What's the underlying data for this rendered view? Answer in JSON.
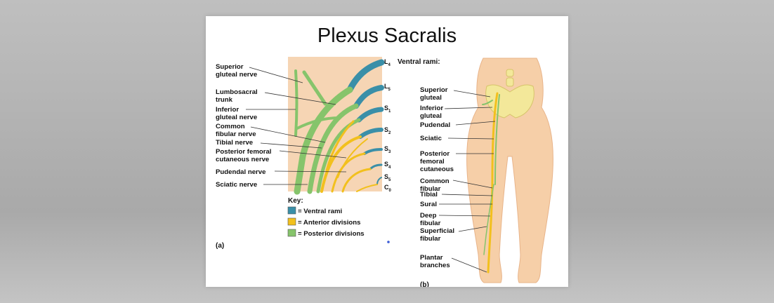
{
  "title": "Plexus Sacralis",
  "panel_a": {
    "labels": [
      {
        "id": "sup-glut",
        "lines": [
          "Superior",
          "gluteal nerve"
        ]
      },
      {
        "id": "lumbo",
        "lines": [
          "Lumbosacral",
          "trunk"
        ]
      },
      {
        "id": "inf-glut",
        "lines": [
          "Inferior",
          "gluteal nerve"
        ]
      },
      {
        "id": "common-fib",
        "lines": [
          "Common",
          "fibular nerve"
        ]
      },
      {
        "id": "tibial",
        "lines": [
          "Tibial nerve"
        ]
      },
      {
        "id": "post-fem",
        "lines": [
          "Posterior femoral",
          "cutaneous nerve"
        ]
      },
      {
        "id": "pudendal",
        "lines": [
          "Pudendal nerve"
        ]
      },
      {
        "id": "sciatic",
        "lines": [
          "Sciatic nerve"
        ]
      }
    ],
    "roots": [
      "L",
      "4",
      "L",
      "5",
      "S",
      "1",
      "S",
      "2",
      "S",
      "3",
      "S",
      "4",
      "S",
      "5",
      "C",
      "0"
    ],
    "key_title": "Key:",
    "key": [
      {
        "label": "= Ventral rami",
        "color": "#3a8fa8"
      },
      {
        "label": "= Anterior divisions",
        "color": "#f2c01d"
      },
      {
        "label": "= Posterior divisions",
        "color": "#86c46b"
      }
    ],
    "caption": "(a)"
  },
  "panel_b": {
    "heading": "Ventral rami:",
    "labels": [
      {
        "id": "b-sup",
        "lines": [
          "Superior",
          "gluteal"
        ]
      },
      {
        "id": "b-inf",
        "lines": [
          "Inferior",
          "gluteal"
        ]
      },
      {
        "id": "b-pud",
        "lines": [
          "Pudendal"
        ]
      },
      {
        "id": "b-sci",
        "lines": [
          "Sciatic"
        ]
      },
      {
        "id": "b-post",
        "lines": [
          "Posterior",
          "femoral",
          "cutaneous"
        ]
      },
      {
        "id": "b-com",
        "lines": [
          "Common",
          "fibular"
        ]
      },
      {
        "id": "b-tib",
        "lines": [
          "Tibial"
        ]
      },
      {
        "id": "b-sural",
        "lines": [
          "Sural"
        ]
      },
      {
        "id": "b-deep",
        "lines": [
          "Deep",
          "fibular"
        ]
      },
      {
        "id": "b-sup-fib",
        "lines": [
          "Superficial",
          "fibular"
        ]
      },
      {
        "id": "b-plantar",
        "lines": [
          "Plantar",
          "branches"
        ]
      }
    ],
    "caption": "(b)"
  },
  "colors": {
    "skin": "#f6cfa8",
    "skin_dark": "#e8b48a",
    "ventral": "#3a8fa8",
    "anterior": "#f2c01d",
    "posterior": "#86c46b",
    "bone": "#f3e89a"
  }
}
